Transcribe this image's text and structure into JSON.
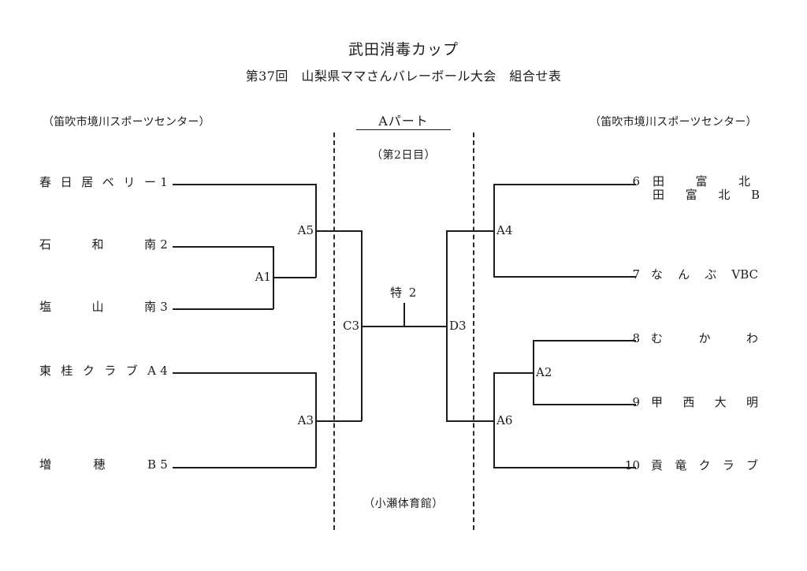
{
  "header": {
    "title": "武田消毒カップ",
    "subtitle": "第37回　山梨県ママさんバレーボール大会　組合せ表",
    "venue_left": "（笛吹市境川スポーツセンター）",
    "venue_right": "（笛吹市境川スポーツセンター）",
    "part_label": "Aパート",
    "day_label": "（第2日目）",
    "hall_label": "（小瀬体育館）"
  },
  "bracket": {
    "center_note": "特 2",
    "teams_left": [
      {
        "seed": "1",
        "name": "春日居ベリー"
      },
      {
        "seed": "2",
        "name": "石和南"
      },
      {
        "seed": "3",
        "name": "塩山南"
      },
      {
        "seed": "4",
        "name": "東桂クラブA"
      },
      {
        "seed": "5",
        "name": "増穂B"
      }
    ],
    "teams_right": [
      {
        "seed": "6",
        "name": "田富北",
        "name2": "田富北B"
      },
      {
        "seed": "7",
        "name": "なんぶVBC"
      },
      {
        "seed": "8",
        "name": "むかわ"
      },
      {
        "seed": "9",
        "name": "甲西大明"
      },
      {
        "seed": "10",
        "name": "貢竜クラブ"
      }
    ],
    "nodes": {
      "a5": "A5",
      "a1": "A1",
      "a3": "A3",
      "c3": "C3",
      "d3": "D3",
      "a4": "A4",
      "a6": "A6",
      "a2": "A2"
    }
  },
  "colors": {
    "ink": "#1c1c1c",
    "page": "#ffffff"
  }
}
